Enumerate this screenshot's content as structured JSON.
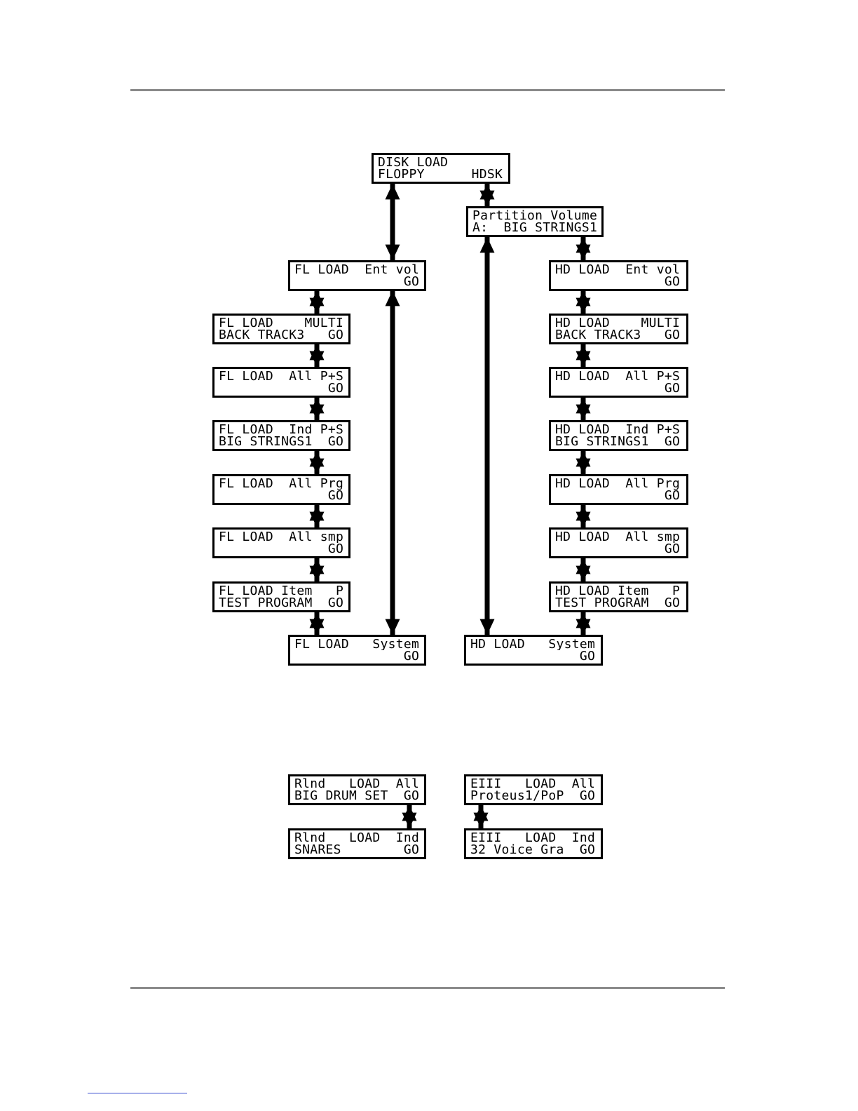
{
  "screens": {
    "disk_load": {
      "l1": "DISK LOAD",
      "l2": "FLOPPY      HDSK"
    },
    "partition": {
      "l1": "Partition Volume",
      "l2": "A:  BIG STRINGS1"
    },
    "fl_ent": {
      "l1": "FL LOAD  Ent vol",
      "l2": "              GO"
    },
    "fl_multi": {
      "l1": "FL LOAD    MULTI",
      "l2": "BACK TRACK3   GO"
    },
    "fl_allps": {
      "l1": "FL LOAD  All P+S",
      "l2": "              GO"
    },
    "fl_indps": {
      "l1": "FL LOAD  Ind P+S",
      "l2": "BIG STRINGS1  GO"
    },
    "fl_allprg": {
      "l1": "FL LOAD  All Prg",
      "l2": "              GO"
    },
    "fl_allsmp": {
      "l1": "FL LOAD  All smp",
      "l2": "              GO"
    },
    "fl_item": {
      "l1": "FL LOAD Item   P",
      "l2": "TEST PROGRAM  GO"
    },
    "fl_system": {
      "l1": "FL LOAD   System",
      "l2": "              GO"
    },
    "hd_ent": {
      "l1": "HD LOAD  Ent vol",
      "l2": "              GO"
    },
    "hd_multi": {
      "l1": "HD LOAD    MULTI",
      "l2": "BACK TRACK3   GO"
    },
    "hd_allps": {
      "l1": "HD LOAD  All P+S",
      "l2": "              GO"
    },
    "hd_indps": {
      "l1": "HD LOAD  Ind P+S",
      "l2": "BIG STRINGS1  GO"
    },
    "hd_allprg": {
      "l1": "HD LOAD  All Prg",
      "l2": "              GO"
    },
    "hd_allsmp": {
      "l1": "HD LOAD  All smp",
      "l2": "              GO"
    },
    "hd_item": {
      "l1": "HD LOAD Item   P",
      "l2": "TEST PROGRAM  GO"
    },
    "hd_system": {
      "l1": "HD LOAD   System",
      "l2": "              GO"
    },
    "rlnd_all": {
      "l1": "Rlnd   LOAD  All",
      "l2": "BIG DRUM SET  GO"
    },
    "rlnd_ind": {
      "l1": "Rlnd   LOAD  Ind",
      "l2": "SNARES        GO"
    },
    "eiii_all": {
      "l1": "EIII   LOAD  All",
      "l2": "Proteus1/PoP  GO"
    },
    "eiii_ind": {
      "l1": "EIII   LOAD  Ind",
      "l2": "32 Voice Gra  GO"
    }
  }
}
